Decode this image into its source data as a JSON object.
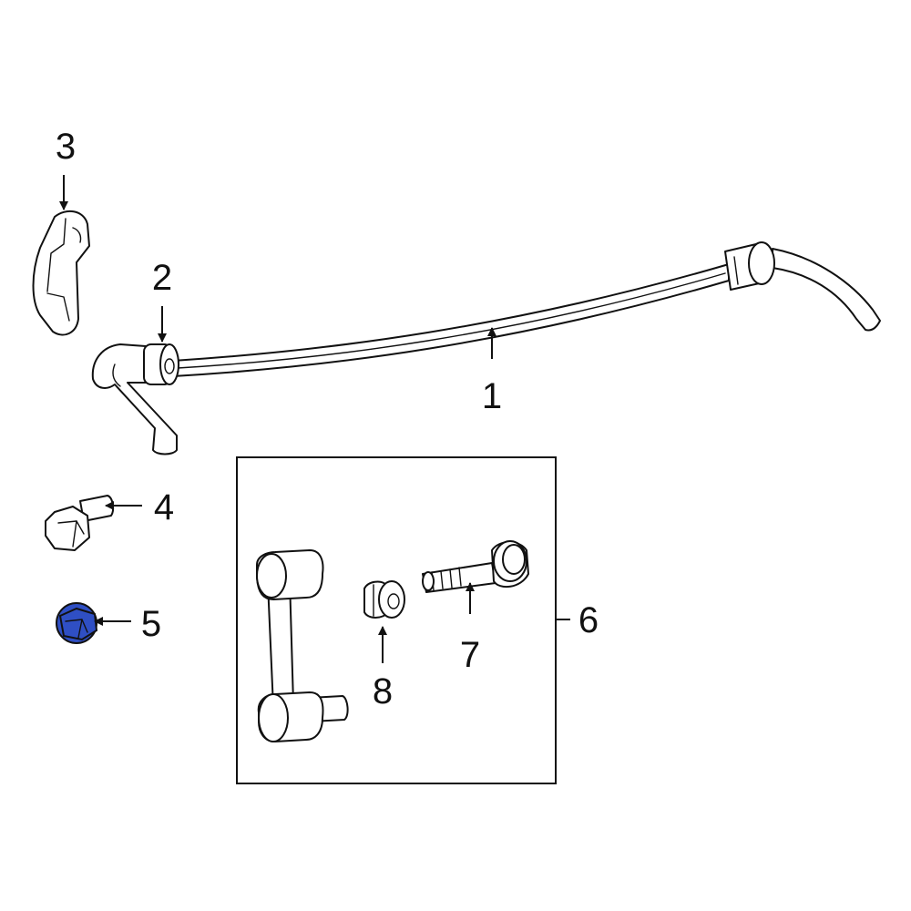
{
  "callouts": {
    "c1": "1",
    "c2": "2",
    "c3": "3",
    "c4": "4",
    "c5": "5",
    "c6": "6",
    "c7": "7",
    "c8": "8"
  },
  "highlight_color": "#2f4fc4",
  "line_color": "#111111"
}
